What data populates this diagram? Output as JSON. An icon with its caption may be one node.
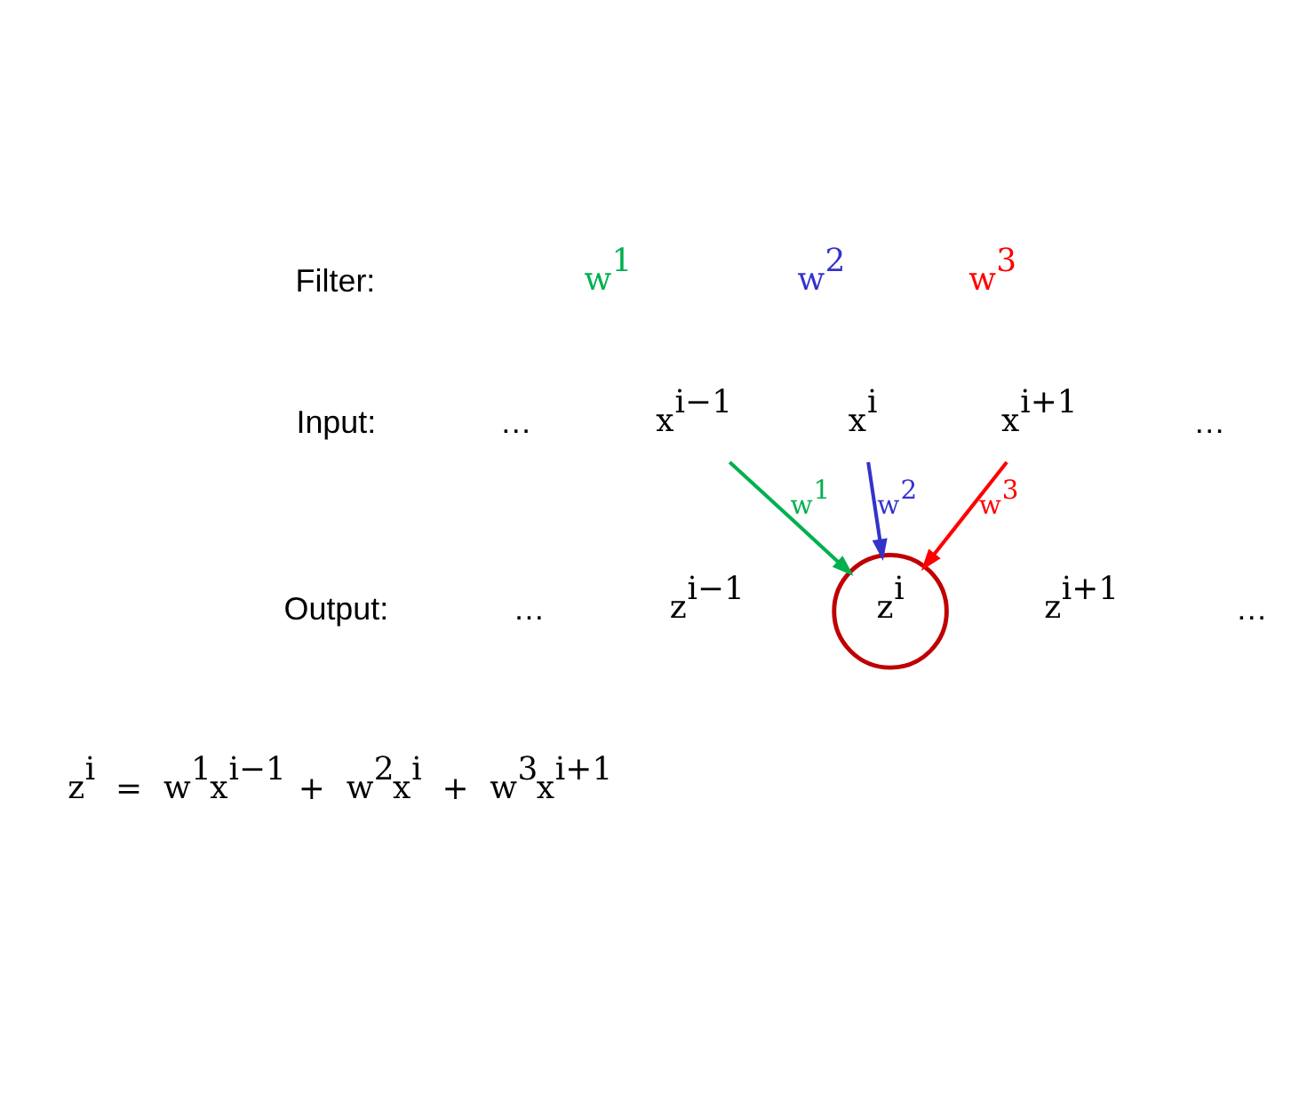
{
  "diagram": {
    "nodes": [
      {
        "text": [
          "x$^{i−1}$"
        ]
      },
      {
        "text": [
          "x$^{i}$"
        ]
      },
      {
        "text": [
          "x$^{i+1}$"
        ]
      },
      {
        "text": [
          "z$^{i}$"
        ]
      }
    ],
    "edges": [
      {
        "from": 0,
        "to": 3,
        "arrow": "to",
        "label": "w$^{1}$",
        "color": "#00b050"
      },
      {
        "from": 1,
        "to": 3,
        "arrow": "to",
        "label": "w$^{2}$",
        "color": "#3333cc"
      },
      {
        "from": 2,
        "to": 3,
        "arrow": "to",
        "label": "w$^{3}$",
        "color": "#ff0000"
      }
    ],
    "labels": [
      "Filter:",
      "w$^{1}$",
      "w$^{2}$",
      "w$^{3}$",
      "Input:",
      "…",
      "…",
      "Output:",
      "…",
      "z$^{i−1}$",
      "z$^{i+1}$",
      "…",
      "z$^{i}$ = w$^{1}$x$^{i−1}$ + w$^{2}$x$^{i}$ + w$^{3}$x$^{i+1}$"
    ]
  }
}
